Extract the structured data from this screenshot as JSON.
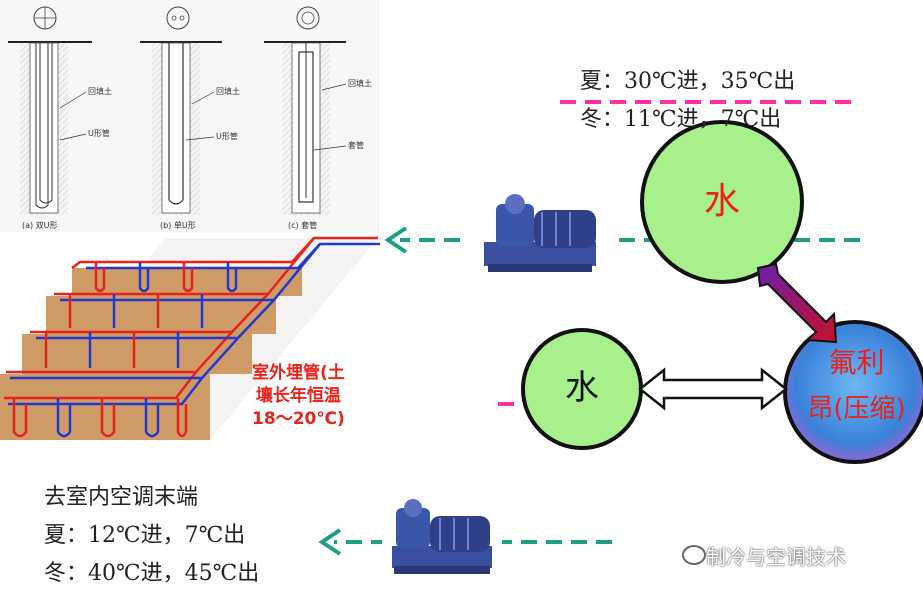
{
  "borehole_types": {
    "labels": {
      "backfill": "回填土",
      "u_pipe": "U形管",
      "casing": "套管"
    },
    "captions": [
      "(a) 双U形",
      "(b) 单U形",
      "(c) 套管"
    ]
  },
  "outdoor_loop": {
    "summer": "夏：30℃进，35℃出",
    "winter": "冬：11℃进，7℃出"
  },
  "indoor_loop": {
    "heading": "去室内空调末端",
    "summer": "夏：12℃进，7℃出",
    "winter": "冬：40℃进，45℃出"
  },
  "ground_note": {
    "line1": "室外埋管(土",
    "line2": "壤长年恒温",
    "line3": "18～20℃)"
  },
  "nodes": {
    "water_top": "水",
    "water_mid": "水",
    "refrigerant_line1": "氟利",
    "refrigerant_line2": "昂(压缩)"
  },
  "watermark": "制冷与空调技术",
  "colors": {
    "water_circle": "#a8f08c",
    "refrigerant_top": "#2e8ce8",
    "refrigerant_bottom": "#b35bd0",
    "water_text": "#e8231b",
    "refrigerant_text": "#e8231b",
    "dash_teal": "#1f9e86",
    "dash_pink": "#ff2fa0",
    "arrow_purple": "#7a1fa2",
    "arrow_red": "#c8102e"
  }
}
